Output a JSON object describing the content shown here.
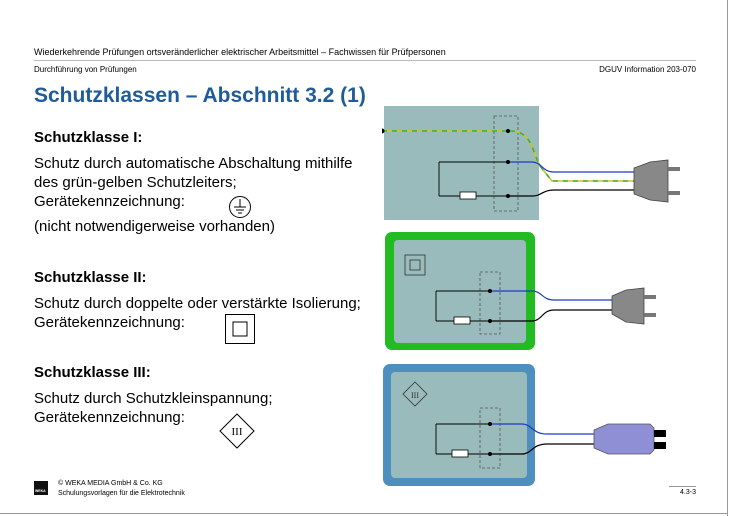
{
  "header": {
    "title": "Wiederkehrende Prüfungen ortsveränderlicher elektrischer Arbeitsmittel – Fachwissen für Prüfpersonen",
    "section": "Durchführung von Prüfungen",
    "doc_ref": "DGUV Information 203-070"
  },
  "slide": {
    "title": "Schutzklassen – Abschnitt 3.2 (1)"
  },
  "classes": [
    {
      "heading": "Schutzklasse I:",
      "lines": [
        "Schutz durch automatische Abschaltung mithilfe",
        "des grün-gelben Schutzleiters;",
        "Gerätekennzeichnung:",
        "(nicht notwendigerweise vorhanden)"
      ],
      "symbol_icon": "protective-earth-icon",
      "diagram_color": "#99bbbb"
    },
    {
      "heading": "Schutzklasse II:",
      "lines": [
        "Schutz durch doppelte oder verstärkte Isolierung;",
        "Gerätekennzeichnung:"
      ],
      "symbol_icon": "double-insulation-icon",
      "diagram_color": "#22bb22"
    },
    {
      "heading": "Schutzklasse III:",
      "lines": [
        "Schutz durch Schutzkleinspannung;",
        "Gerätekennzeichnung:"
      ],
      "symbol_icon": "safety-extra-low-voltage-icon",
      "symbol_text": "III",
      "diagram_color": "#4d8fbf"
    }
  ],
  "footer": {
    "logo_text": "WEKA",
    "copyright": "© WEKA MEDIA GmbH & Co. KG",
    "subtitle": "Schulungsvorlagen für die Elektrotechnik",
    "page": "4.3-3"
  }
}
